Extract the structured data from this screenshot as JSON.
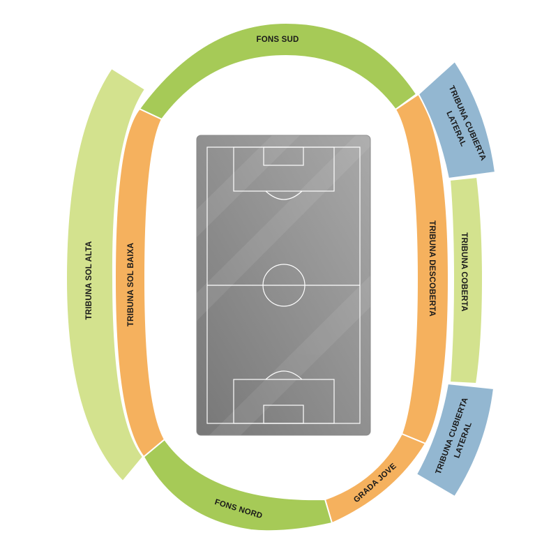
{
  "colors": {
    "green_dark": "#a6ca57",
    "green_light": "#d3e28e",
    "orange": "#f5b15e",
    "blue": "#93b7d1",
    "pitch_dark": "#7b7b7b",
    "pitch_light": "#a6a6a6",
    "pitch_lines": "#ffffff"
  },
  "sections": {
    "fons_sud": "FONS SUD",
    "fons_nord": "FONS NORD",
    "tribuna_sol_alta": "TRIBUNA SOL ALTA",
    "tribuna_sol_baixa": "TRIBUNA SOL BAIXA",
    "tribuna_descoberta": "TRIBUNA DESCOBERTA",
    "tribuna_coberta": "TRIBUNA COBERTA",
    "tribuna_cubierta_lateral_top_line1": "TRIBUNA CUBIERTA",
    "tribuna_cubierta_lateral_top_line2": "LATERAL",
    "tribuna_cubierta_lateral_bottom_line1": "TRIBUNA CUBIERTA",
    "tribuna_cubierta_lateral_bottom_line2": "LATERAL",
    "grada_jove": "GRADA JOVE"
  }
}
